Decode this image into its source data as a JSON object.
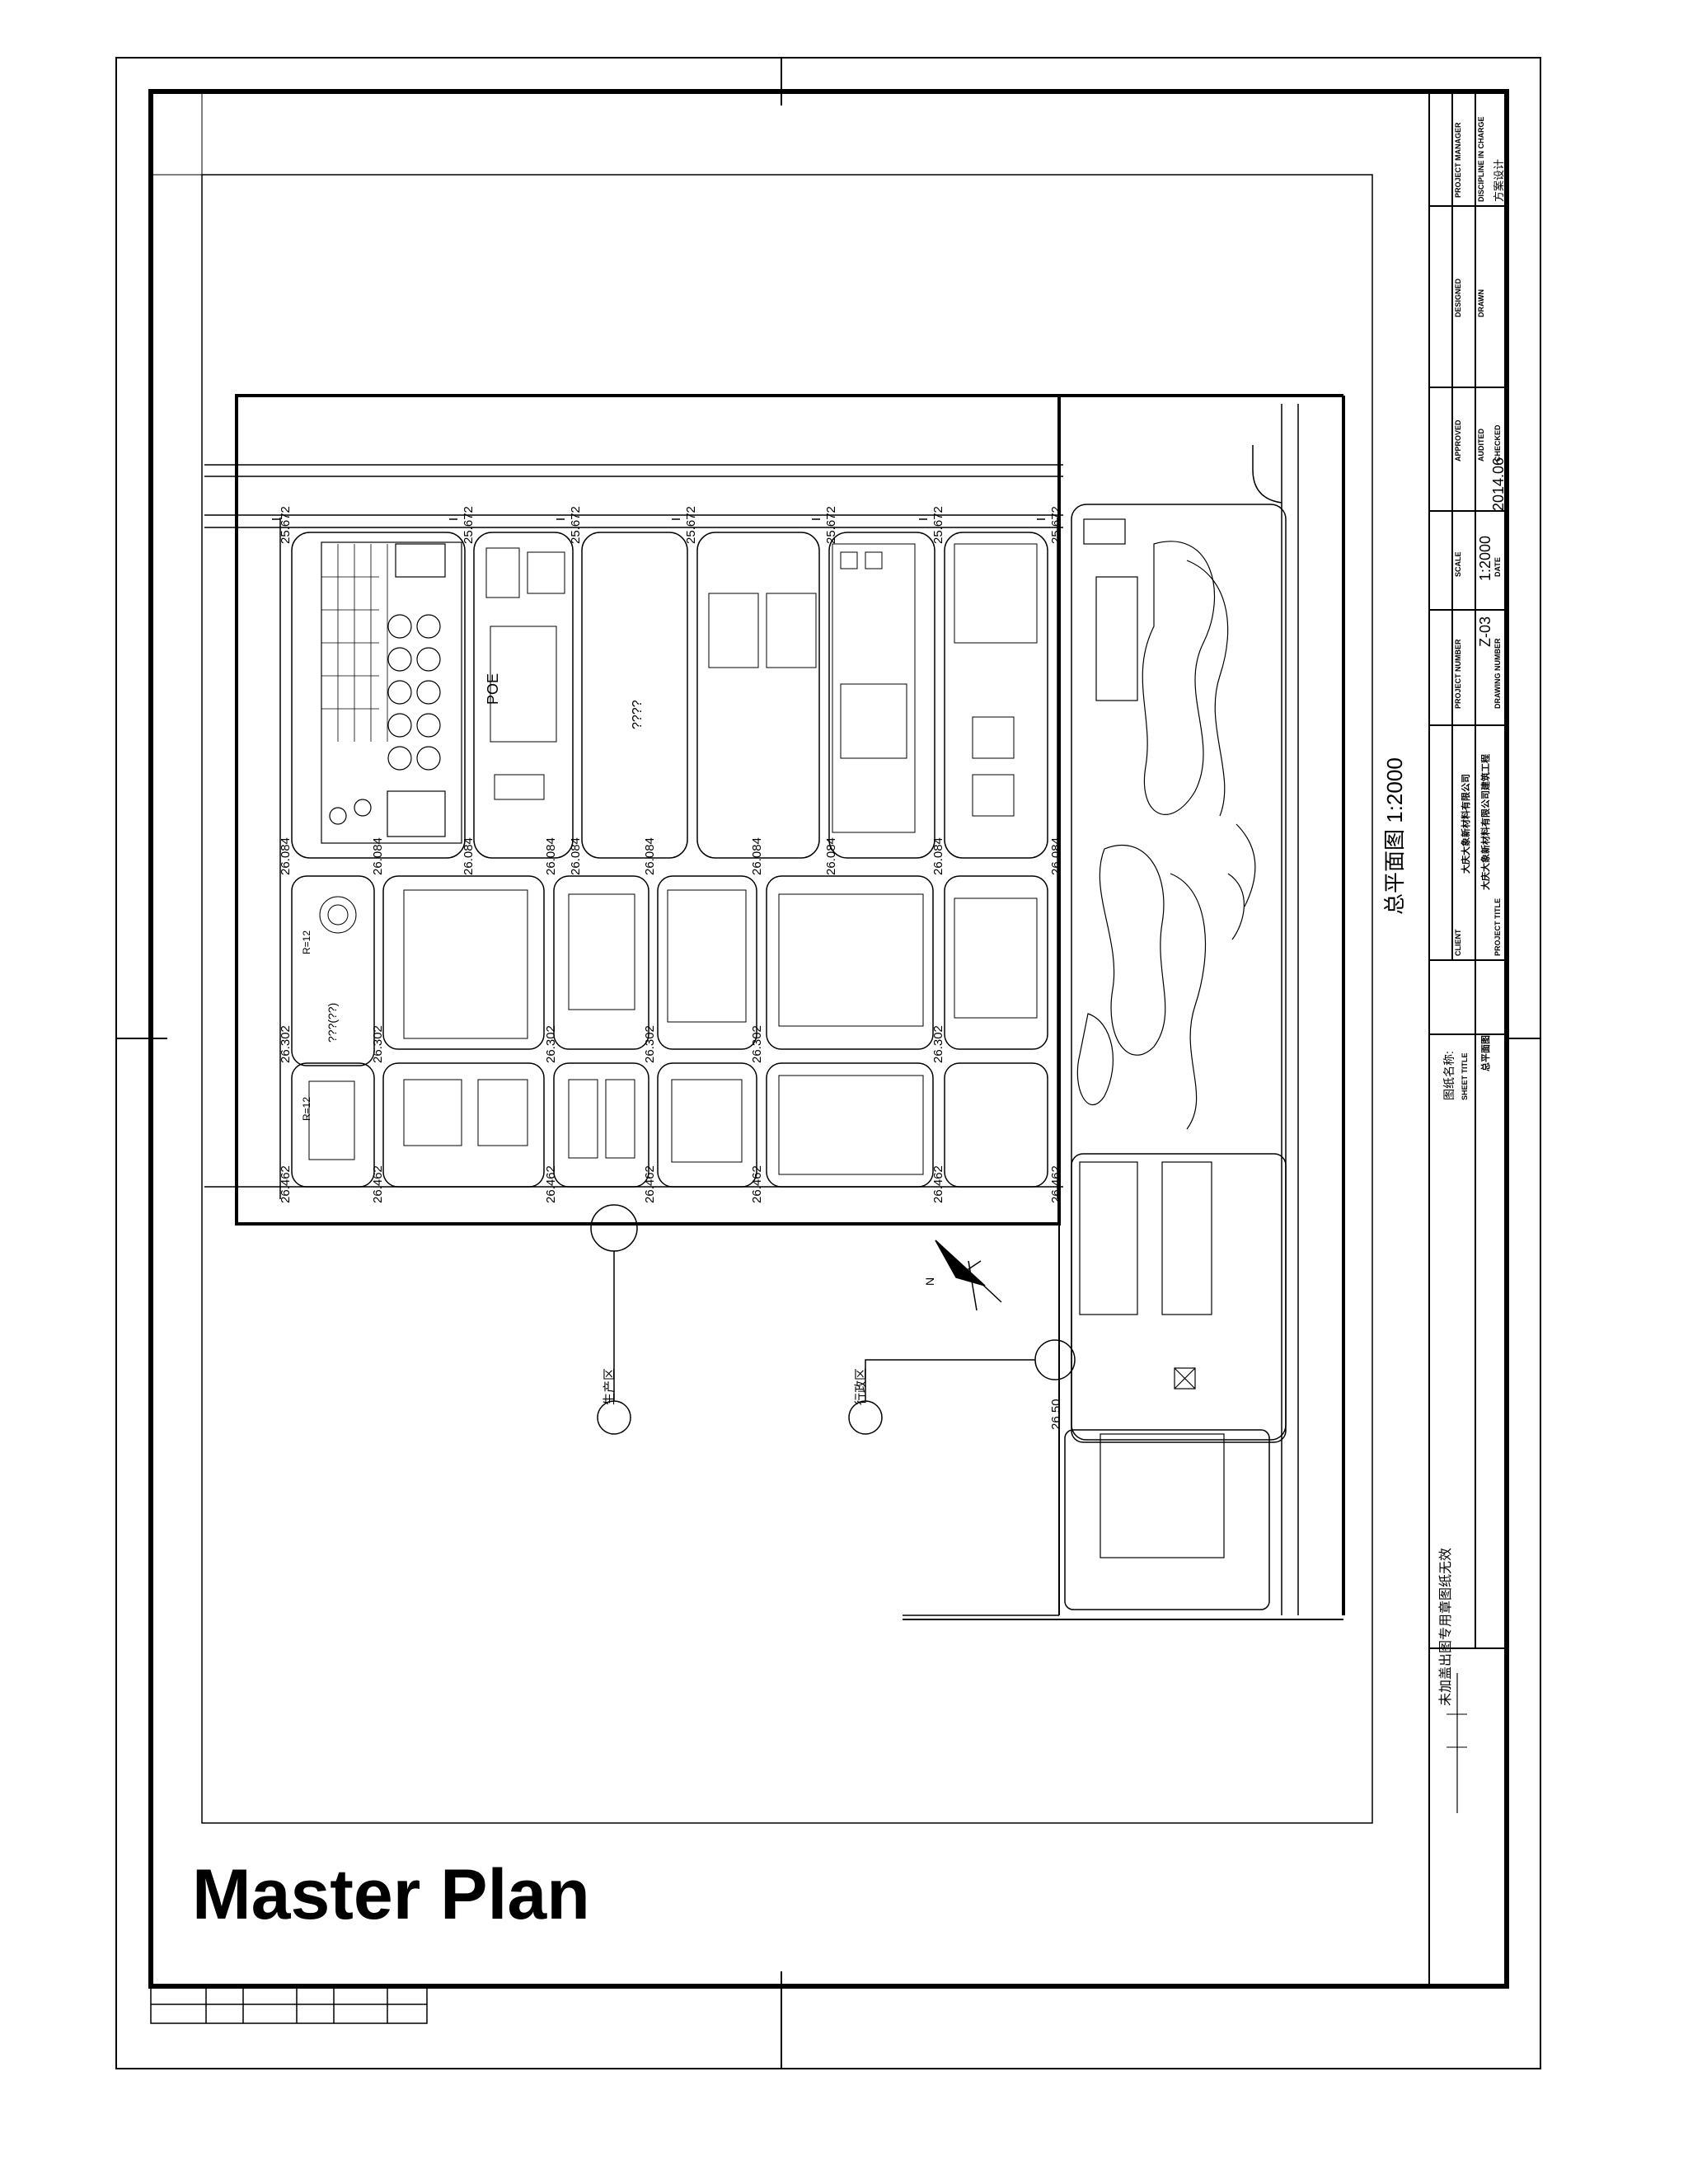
{
  "title": "Master Plan",
  "drawing_label": "总平面图",
  "drawing_scale_label": "1:2000",
  "title_block": {
    "scale_value": "1:2000",
    "date_value": "2014.06",
    "drawing_number": "Z-03",
    "project_manager": "PROJECT MANAGER",
    "discipline_in_charge": "DISCIPLINE IN CHARGE",
    "designed": "DESIGNED",
    "drawn": "DRAWN",
    "approved": "APPROVED",
    "audited": "AUDITED",
    "checked": "CHECKED",
    "scale": "SCALE",
    "date": "DATE",
    "project_number": "PROJECT NUMBER",
    "drawing_number_label": "DRAWING NUMBER",
    "client": "CLIENT",
    "project_title": "PROJECT TITLE",
    "sheet_title": "SHEET TITLE",
    "sheet_title_cn": "图纸名称:",
    "client_name": "大庆大象新材料有限公司",
    "project_name": "大庆大象新材料有限公司建筑工程",
    "sheet_name": "总平面图",
    "stage": "方案设计",
    "warning": "未加盖出图专用章图纸无效"
  },
  "elevations": [
    "25.672",
    "26.084",
    "26.302",
    "26.462",
    "26.50"
  ],
  "site_labels": {
    "poe": "POE",
    "unknown_block": "????",
    "unknown_block2": "???(??)",
    "r12": "R=12",
    "north": "N",
    "production_zone": "生产区",
    "admin_zone": "行政区"
  }
}
